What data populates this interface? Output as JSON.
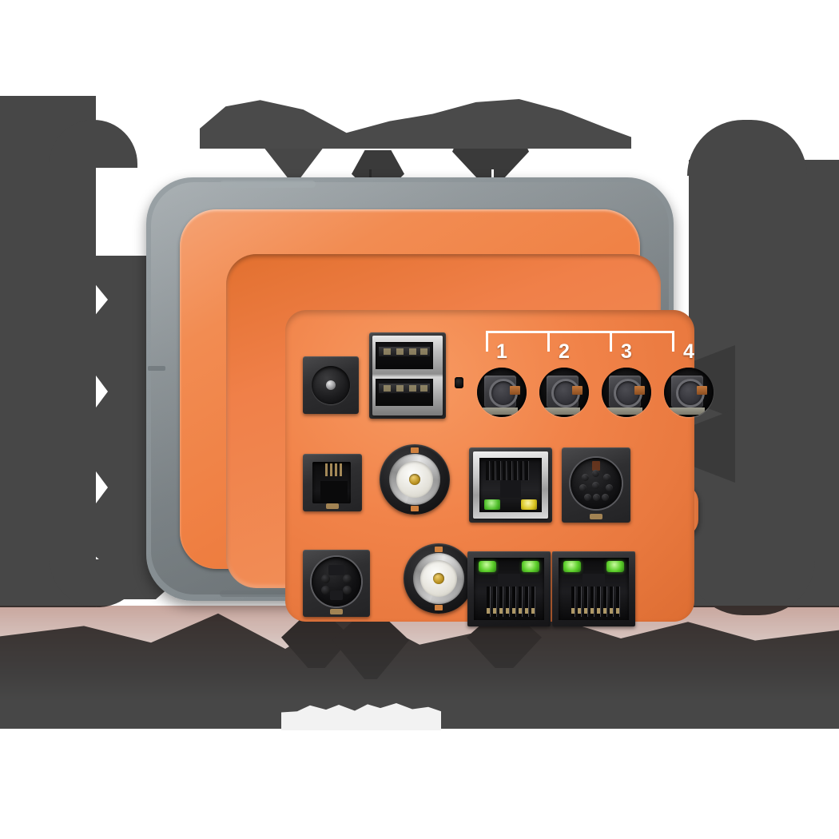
{
  "figure": {
    "subject": "rugged-handheld-tester-connector-panel",
    "device_colors": {
      "bumper_gray": "#8A9296",
      "face_orange": "#F08049",
      "face_orange_light": "#F79A62",
      "face_orange_dark": "#DD6D32",
      "leader_line": "#FFFFFF",
      "leader_line_dark": "#2A2A2A",
      "label_mask": "#474747",
      "led_green": "#5CCF2A",
      "led_yellow": "#D9C520",
      "bnc_center_gold": "#B8901F"
    }
  },
  "port_group_labels": {
    "numbers": [
      "1",
      "2",
      "3",
      "4"
    ],
    "bracket": "grouping-bracket-over-ports-1-to-4"
  },
  "ports": [
    {
      "id": "dc-power-jack",
      "name": "DC power barrel jack",
      "row": 1,
      "col": 1
    },
    {
      "id": "usb-stacked",
      "name": "Stacked dual USB type-A",
      "row": 1,
      "col": 2
    },
    {
      "id": "reset-pinhole",
      "name": "Recessed reset pinhole",
      "row": 1,
      "col": 3
    },
    {
      "id": "circular-port-1",
      "name": "Circular recessed connector 1",
      "row": 1,
      "col": 4,
      "label": "1"
    },
    {
      "id": "circular-port-2",
      "name": "Circular recessed connector 2",
      "row": 1,
      "col": 5,
      "label": "2"
    },
    {
      "id": "circular-port-3",
      "name": "Circular recessed connector 3",
      "row": 1,
      "col": 6,
      "label": "3"
    },
    {
      "id": "circular-port-4",
      "name": "Circular recessed connector 4",
      "row": 1,
      "col": 7,
      "label": "4"
    },
    {
      "id": "rj11-jack",
      "name": "RJ11 telephone jack",
      "row": 2,
      "col": 1
    },
    {
      "id": "bnc-upper",
      "name": "BNC coaxial connector (upper)",
      "row": 2,
      "col": 2
    },
    {
      "id": "rj45-shielded",
      "name": "Shielded RJ45 with green/yellow LEDs",
      "row": 2,
      "col": 3
    },
    {
      "id": "mini-din-9",
      "name": "9-pin mini-DIN connector",
      "row": 2,
      "col": 4
    },
    {
      "id": "s-video",
      "name": "4-pin S-Video mini-DIN",
      "row": 3,
      "col": 1
    },
    {
      "id": "bnc-lower",
      "name": "BNC coaxial connector (lower)",
      "row": 3,
      "col": 2
    },
    {
      "id": "rj45-dual-left",
      "name": "RJ45 ethernet port (left of pair)",
      "row": 3,
      "col": 3
    },
    {
      "id": "rj45-dual-right",
      "name": "RJ45 ethernet port (right of pair)",
      "row": 3,
      "col": 4
    }
  ],
  "callouts": {
    "note": "Caption text in the source image is redacted/masked; only the leader lines and the numeric port labels 1-4 are legible.",
    "left": [
      {
        "id": "callout-left-1",
        "target": "dc-power-jack"
      },
      {
        "id": "callout-left-2",
        "target": "rj11-jack"
      },
      {
        "id": "callout-left-3",
        "target": "s-video"
      }
    ],
    "top": [
      {
        "id": "callout-top-1",
        "target": "usb-stacked"
      },
      {
        "id": "callout-top-2",
        "target": "reset-pinhole"
      },
      {
        "id": "callout-top-3",
        "target": "circular-port-group"
      }
    ],
    "right": [
      {
        "id": "callout-right-1",
        "target": "mini-din-9"
      },
      {
        "id": "callout-right-2",
        "target": "rj45-shielded"
      }
    ],
    "bottom": [
      {
        "id": "callout-bottom-1",
        "target": "bnc-upper"
      },
      {
        "id": "callout-bottom-2",
        "target": "bnc-lower"
      },
      {
        "id": "callout-bottom-3",
        "target": "rj45-dual-pair"
      }
    ]
  }
}
